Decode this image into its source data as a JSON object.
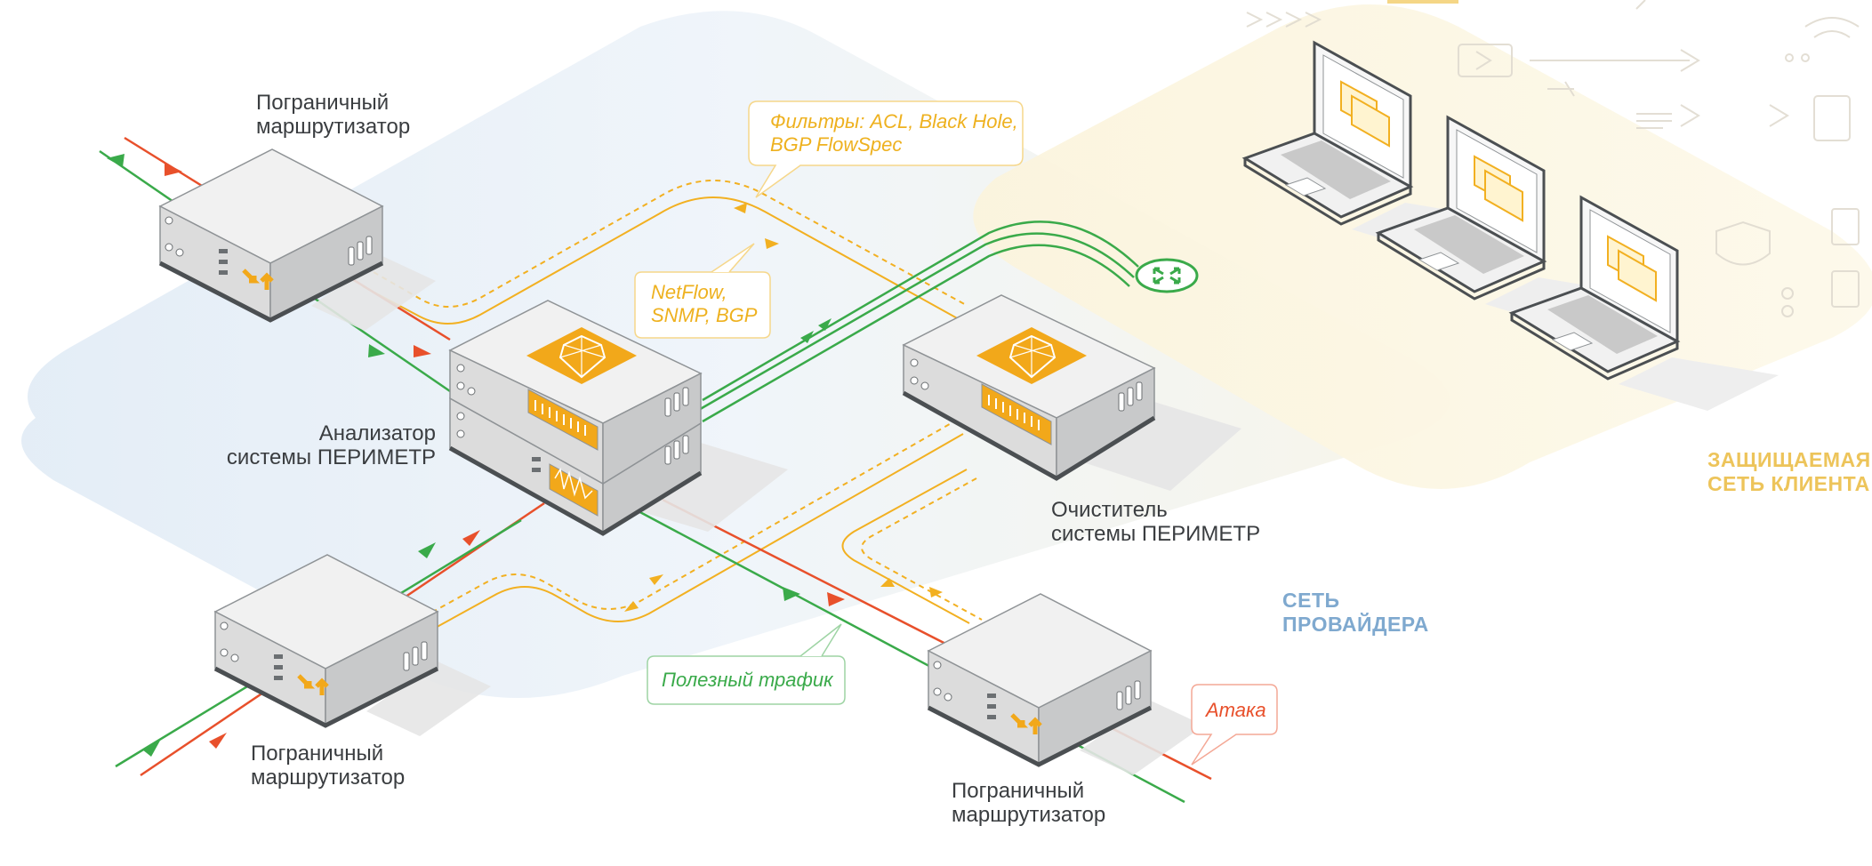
{
  "colors": {
    "attack": "#e8502b",
    "legit": "#3aaa4a",
    "control": "#f2b021",
    "provider_zone": "#7fa9cf",
    "client_zone": "#edc45a",
    "device_top": "#f1f1f1",
    "device_front": "#dcdcdc",
    "device_side": "#c4c4c4",
    "brand_orange": "#f2a81a"
  },
  "labels": {
    "router_top": "Пограничный\nмаршрутизатор",
    "router_bottom_left": "Пограничный\nмаршрутизатор",
    "router_bottom_right": "Пограничный\nмаршрутизатор",
    "analyzer": "Анализатор\nсистемы ПЕРИМЕТР",
    "cleaner": "Очиститель\nсистемы ПЕРИМЕТР"
  },
  "zones": {
    "provider": "СЕТЬ\nПРОВАЙДЕРА",
    "client": "ЗАЩИЩАЕМАЯ\nСЕТЬ КЛИЕНТА"
  },
  "callouts": {
    "filters": "Фильтры: ACL, Black Hole,\nBGP FlowSpec",
    "netflow": "NetFlow,\nSNMP, BGP",
    "useful_traffic": "Полезный трафик",
    "attack": "Атака"
  },
  "icons": {
    "router": "router-arrows-icon",
    "perimeter": "perimeter-shield-icon",
    "switch": "network-switch-icon",
    "laptop": "laptop-icon"
  }
}
